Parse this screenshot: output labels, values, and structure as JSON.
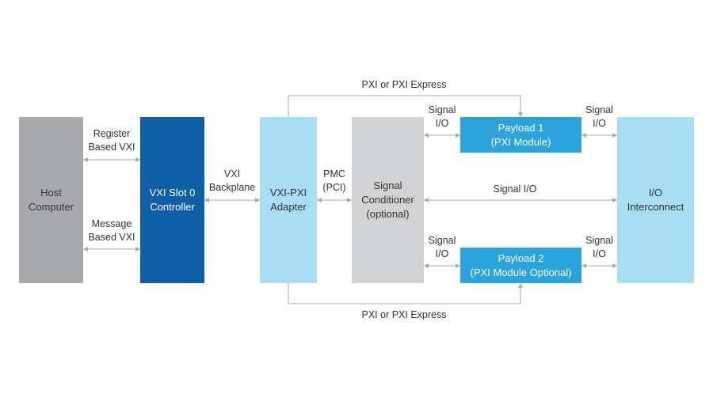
{
  "colors": {
    "host_fill": "#A7A9AC",
    "host_text": "#333333",
    "controller_fill": "#0E5FA6",
    "controller_text": "#ffffff",
    "adapter_fill": "#A8DDF3",
    "adapter_text": "#333333",
    "conditioner_fill": "#D1D2D3",
    "conditioner_text": "#333333",
    "payload_fill": "#2BA3DD",
    "payload_text": "#ffffff",
    "interconnect_fill": "#A8DDF3",
    "interconnect_text": "#333333",
    "connector_line": "#A7A9AC",
    "arrowhead": "#A7A9AC"
  },
  "blocks": {
    "host": "Host\nComputer",
    "controller": "VXI Slot 0\nController",
    "adapter": "VXI-PXI\nAdapter",
    "conditioner": "Signal\nConditioner\n(optional)",
    "payload1": "Payload 1\n(PXI Module)",
    "payload2": "Payload 2\n(PXI Module Optional)",
    "interconnect": "I/O\nInterconnect"
  },
  "labels": {
    "register_vxi": "Register\nBased VXI",
    "message_vxi": "Message\nBased VXI",
    "vxi_backplane": "VXI\nBackplane",
    "pmc_pci": "PMC\n(PCI)",
    "pxi_top": "PXI or PXI Express",
    "pxi_bottom": "PXI or PXI Express",
    "signal_io_left_top": "Signal\nI/O",
    "signal_io_right_top": "Signal\nI/O",
    "signal_io_left_bottom": "Signal\nI/O",
    "signal_io_right_bottom": "Signal\nI/O",
    "signal_io_middle": "Signal I/O"
  }
}
